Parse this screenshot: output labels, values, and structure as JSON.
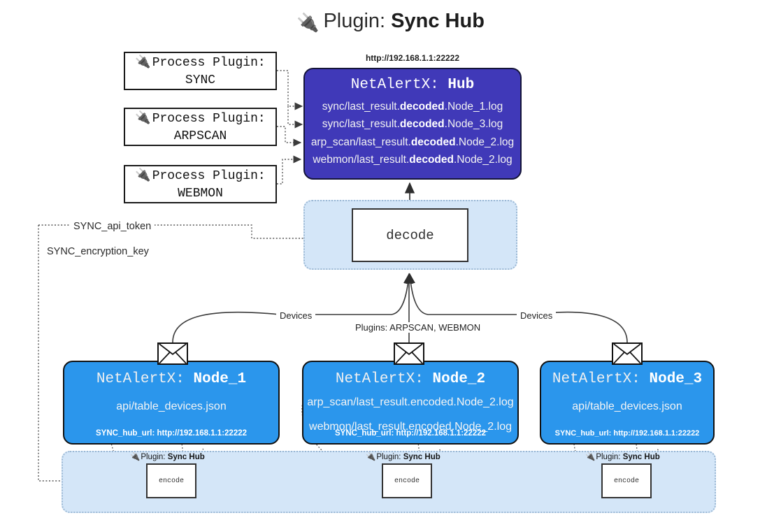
{
  "title": {
    "icon": "plug-icon",
    "prefix": "Plugin:",
    "name": "Sync Hub"
  },
  "process_plugins": [
    {
      "icon": "plug-icon",
      "line1": "Process Plugin:",
      "line2": "SYNC"
    },
    {
      "icon": "plug-icon",
      "line1": "Process Plugin:",
      "line2": "ARPSCAN"
    },
    {
      "icon": "plug-icon",
      "line1": "Process Plugin:",
      "line2": "WEBMON"
    }
  ],
  "hub": {
    "url": "http://192.168.1.1:22222",
    "title_prefix": "NetAlertX:",
    "title_name": "Hub",
    "logs": [
      {
        "pre": "sync/last_result.",
        "em": "decoded",
        "post": ".Node_1.log"
      },
      {
        "pre": "sync/last_result.",
        "em": "decoded",
        "post": ".Node_3.log"
      },
      {
        "pre": "arp_scan/last_result.",
        "em": "decoded",
        "post": ".Node_2.log"
      },
      {
        "pre": "webmon/last_result.",
        "em": "decoded",
        "post": ".Node_2.log"
      }
    ]
  },
  "decode": {
    "label": "decode"
  },
  "tokens": {
    "api_token": "SYNC_api_token",
    "encryption_key": "SYNC_encryption_key"
  },
  "edge_labels": {
    "devices_left": "Devices",
    "devices_right": "Devices",
    "plugins": "Plugins: ARPSCAN, WEBMON"
  },
  "nodes": [
    {
      "title_prefix": "NetAlertX:",
      "title_name": "Node_1",
      "lines": [
        "api/table_devices.json"
      ],
      "url_label": "SYNC_hub_url: http://192.168.1.1:22222"
    },
    {
      "title_prefix": "NetAlertX:",
      "title_name": "Node_2",
      "lines": [
        "arp_scan/last_result.encoded.Node_2.log",
        "webmon/last_result.encoded.Node_2.log"
      ],
      "url_label": "SYNC_hub_url: http://192.168.1.1:22222"
    },
    {
      "title_prefix": "NetAlertX:",
      "title_name": "Node_3",
      "lines": [
        "api/table_devices.json"
      ],
      "url_label": "SYNC_hub_url: http://192.168.1.1:22222"
    }
  ],
  "encoders": [
    {
      "caption_prefix": "Plugin:",
      "caption_name": "Sync Hub",
      "label": "encode"
    },
    {
      "caption_prefix": "Plugin:",
      "caption_name": "Sync Hub",
      "label": "encode"
    },
    {
      "caption_prefix": "Plugin:",
      "caption_name": "Sync Hub",
      "label": "encode"
    }
  ],
  "colors": {
    "hub_fill": "#4039b8",
    "node_fill": "#2b96ec",
    "group_fill": "#d4e6f8",
    "group_border": "#9bb8d4",
    "line": "#3b3b3b"
  }
}
